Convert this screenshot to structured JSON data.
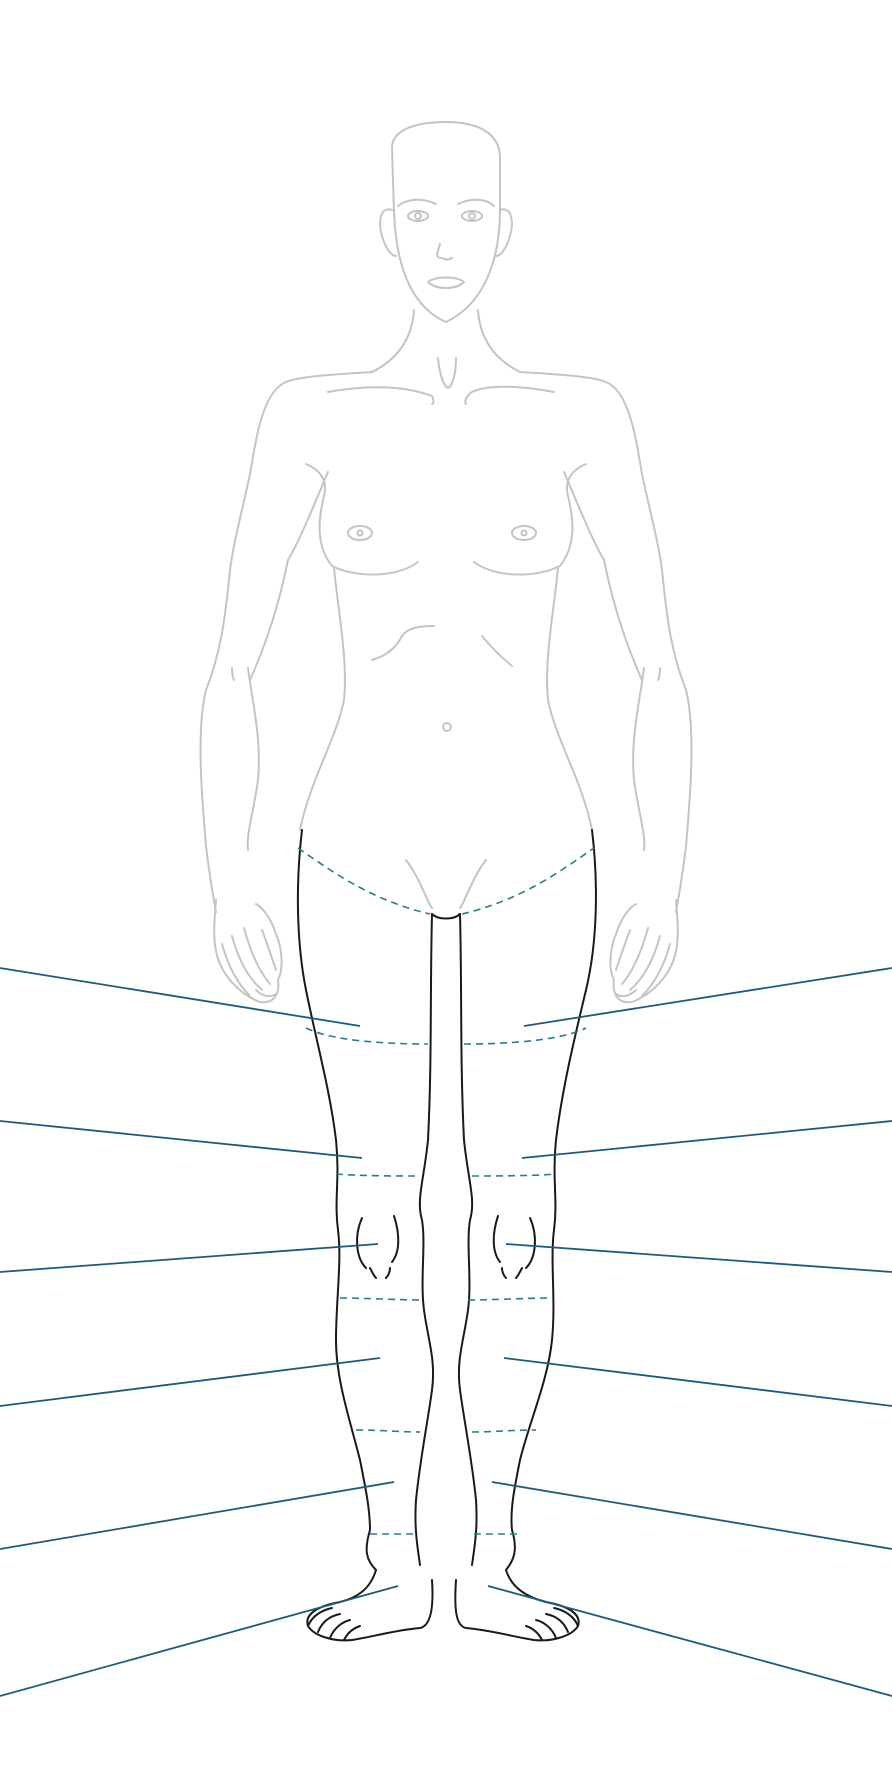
{
  "diagram": {
    "colors": {
      "outline_context": "#c4c4c4",
      "outline_highlight": "#1a1a1a",
      "zone_boundary": "#2b7c8c",
      "leader_line": "#1d5a7d",
      "background": "#ffffff"
    },
    "zones": [
      {
        "id": "upper-thigh"
      },
      {
        "id": "lower-thigh"
      },
      {
        "id": "knee"
      },
      {
        "id": "upper-calf"
      },
      {
        "id": "lower-calf"
      },
      {
        "id": "ankle-foot"
      }
    ]
  }
}
